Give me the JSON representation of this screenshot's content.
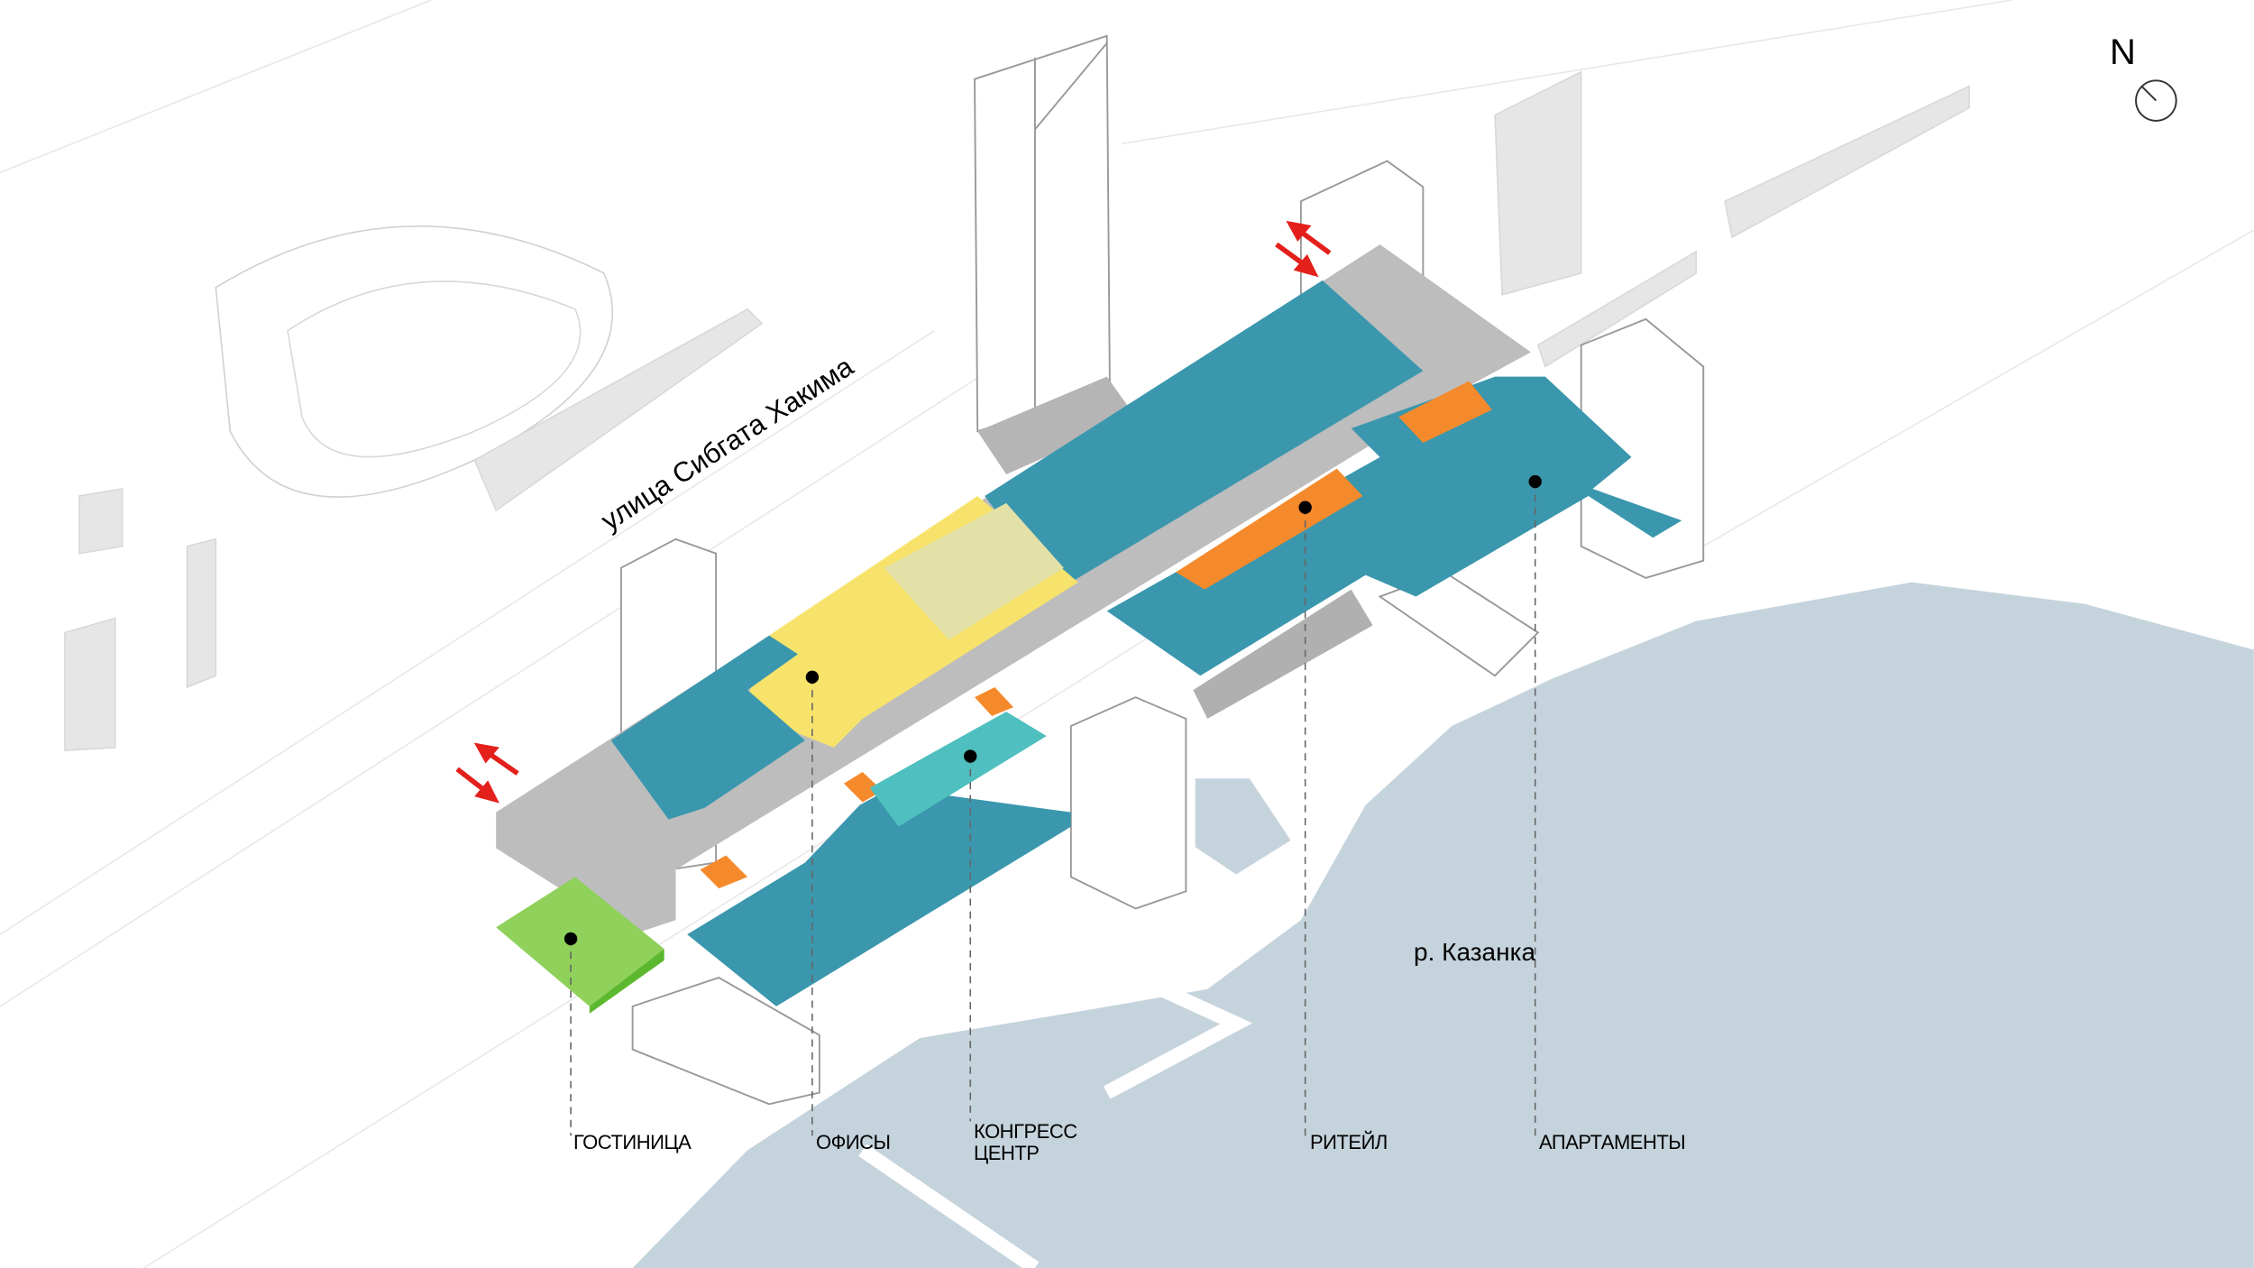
{
  "street_label": "улица Сибгата Хакима",
  "river_label": "р. Казанка",
  "north_label": "N",
  "legend": [
    {
      "label": "ГОСТИНИЦА",
      "color": "#8fd15a"
    },
    {
      "label": "ОФИСЫ",
      "color": "#f7e36b"
    },
    {
      "label": "КОНГРЕСС ЦЕНТР",
      "color": "#4fbfbf"
    },
    {
      "label": "РИТЕЙЛ",
      "color": "#f58a2c"
    },
    {
      "label": "АПАРТАМЕНТЫ",
      "color": "#3a97ad"
    }
  ],
  "colors": {
    "water": "#c5d3dc",
    "walkway": "#bdbdbd",
    "entrance_arrow": "#e3201b"
  }
}
